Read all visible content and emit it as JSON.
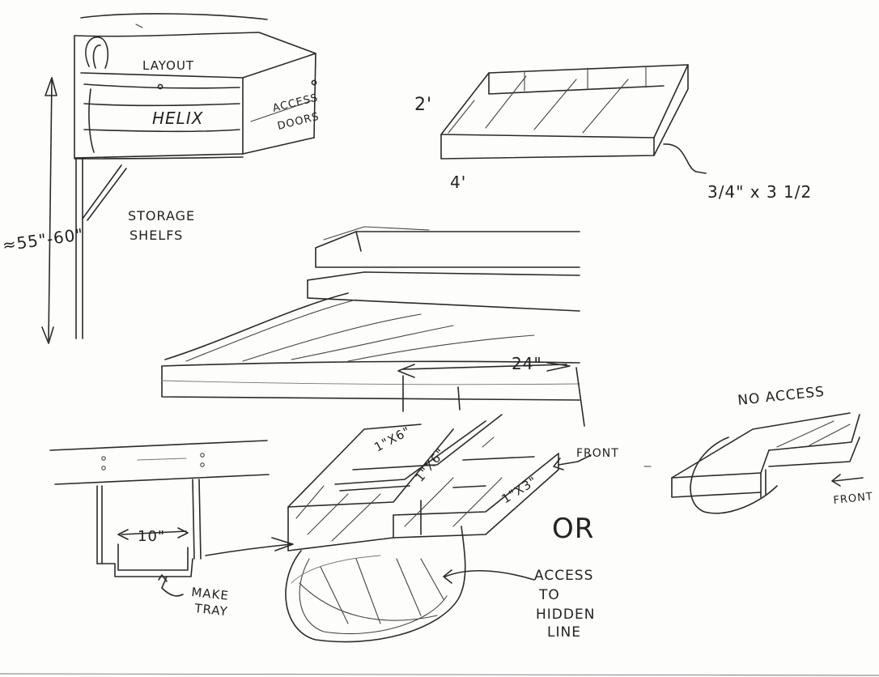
{
  "labels": {
    "layout": "LAYOUT",
    "helix": "HELIX",
    "access_doors_line1": "ACCESS",
    "access_doors_line2": "DOORS",
    "storage_line1": "STORAGE",
    "storage_line2": "SHELFS",
    "height": "≈55\"-60\"",
    "tray_depth": "2'",
    "tray_width": "4'",
    "lumber_size": "3/4\" x 3 1/2",
    "deck_depth": "24\"",
    "no_access": "NO ACCESS",
    "front_left": "FRONT",
    "front_right": "FRONT",
    "stud_1": "1\"X6\"",
    "stud_2": "1\"X6\"",
    "stud_3": "1\"X3\"",
    "or": "OR",
    "tray_gap": "10\"",
    "make_tray_line1": "MAKE",
    "make_tray_line2": "TRAY",
    "access_hidden_line1": "ACCESS",
    "access_hidden_line2": "TO",
    "access_hidden_line3": "HIDDEN",
    "access_hidden_line4": "LINE"
  }
}
